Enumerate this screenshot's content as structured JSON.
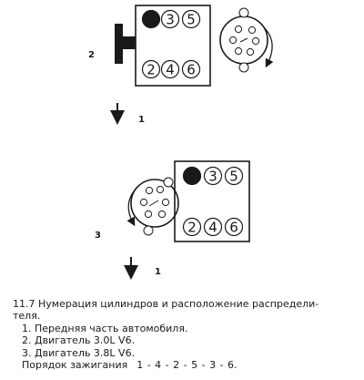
{
  "figure": {
    "top": {
      "cylinders": [
        "1",
        "3",
        "5",
        "2",
        "4",
        "6"
      ],
      "engine_label": "2",
      "front_label": "1"
    },
    "bottom": {
      "cylinders": [
        "1",
        "3",
        "5",
        "2",
        "4",
        "6"
      ],
      "engine_label": "3",
      "front_label": "1"
    }
  },
  "caption": {
    "title_line1": "11.7 Нумерация цилиндров и расположение распредели-",
    "title_line2": "теля.",
    "items": [
      "1. Передняя часть автомобиля.",
      "2. Двигатель 3.0L V6.",
      "3. Двигатель 3.8L V6."
    ],
    "firing_order_label": "Порядок зажигания",
    "firing_order_value": "1 - 4 - 2 - 5 - 3 - 6."
  }
}
